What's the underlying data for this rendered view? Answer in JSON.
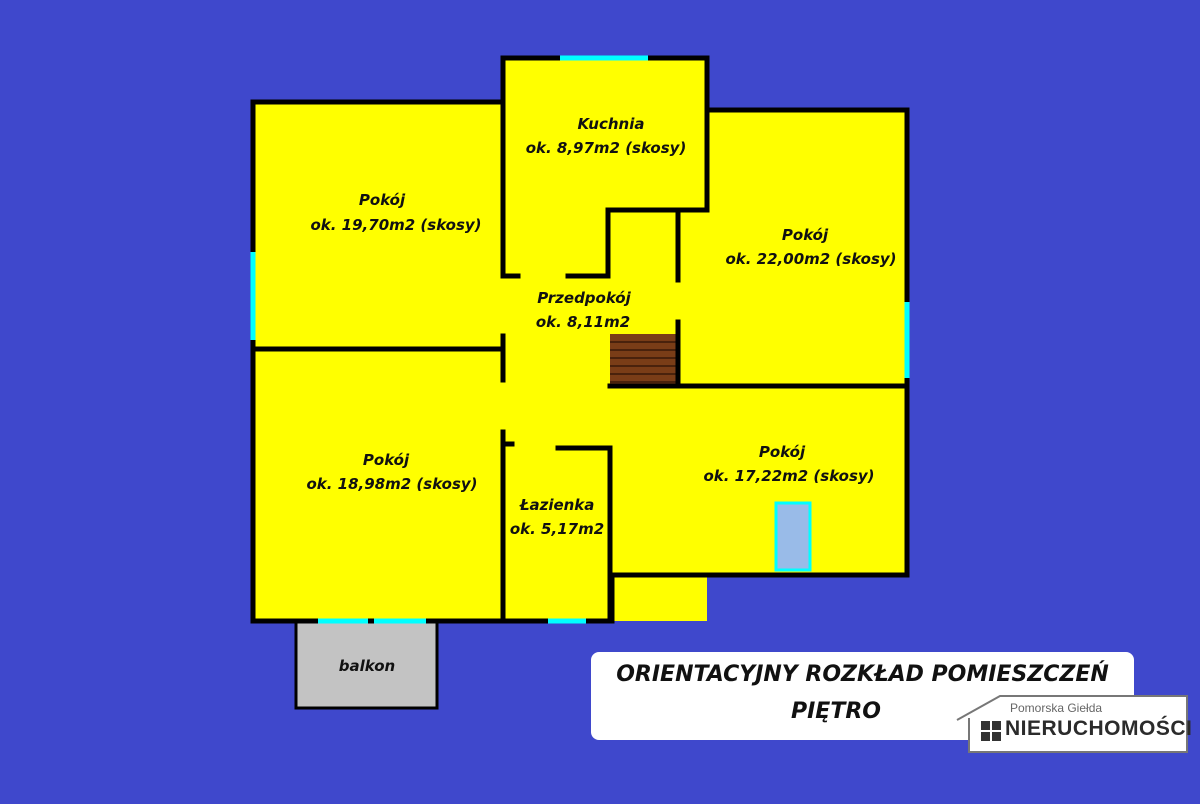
{
  "plan": {
    "rooms": [
      {
        "id": "pokoj-nw",
        "name": "Pokój",
        "area": "ok. 19,70m2 (skosy)"
      },
      {
        "id": "kuchnia",
        "name": "Kuchnia",
        "area": "ok. 8,97m2 (skosy)"
      },
      {
        "id": "pokoj-ne",
        "name": "Pokój",
        "area": "ok. 22,00m2 (skosy)"
      },
      {
        "id": "przedpokoj",
        "name": "Przedpokój",
        "area": "ok. 8,11m2"
      },
      {
        "id": "pokoj-sw",
        "name": "Pokój",
        "area": "ok. 18,98m2 (skosy)"
      },
      {
        "id": "lazienka",
        "name": "Łazienka",
        "area": "ok. 5,17m2"
      },
      {
        "id": "pokoj-se",
        "name": "Pokój",
        "area": "ok. 17,22m2 (skosy)"
      }
    ],
    "balcony_label": "balkon",
    "colors": {
      "background": "#3f48cc",
      "floor": "#ffff00",
      "walls": "#000000",
      "windows": "#00ffff",
      "balcony": "#c3c3c3",
      "stairs": "#7a3d17",
      "skylight": "#99bbe8"
    }
  },
  "legend": {
    "title": "ORIENTACYJNY ROZKŁAD POMIESZCZEŃ",
    "subtitle": "PIĘTRO"
  },
  "logo": {
    "line1": "Pomorska Giełda",
    "line2": "NIERUCHOMOŚCI"
  }
}
